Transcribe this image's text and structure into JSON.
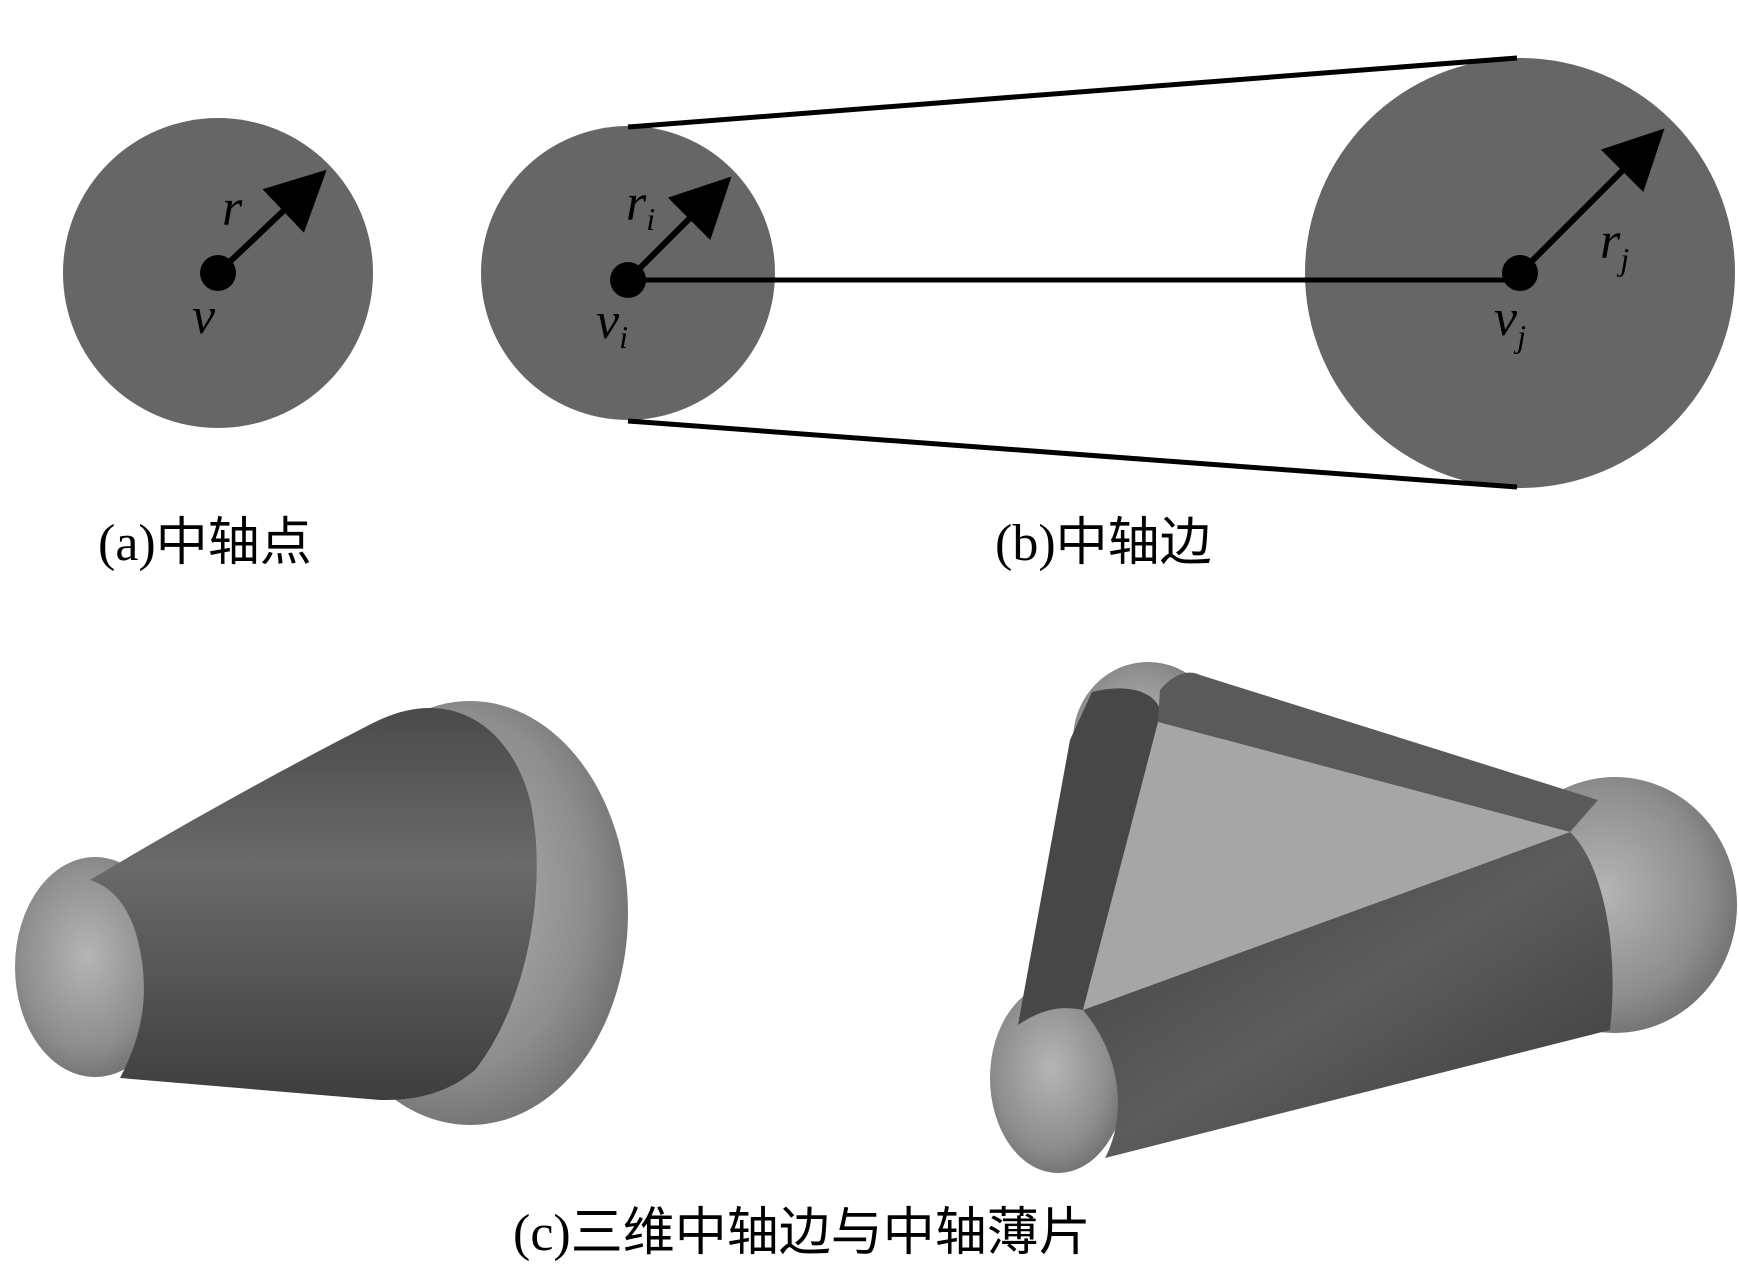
{
  "panels": {
    "a": {
      "caption": "(a)中轴点",
      "vertex_label": "v",
      "radius_label": "r"
    },
    "b": {
      "caption": "(b)中轴边",
      "vertex_i_label": "v",
      "vertex_i_sub": "i",
      "radius_i_label": "r",
      "radius_i_sub": "i",
      "vertex_j_label": "v",
      "vertex_j_sub": "j",
      "radius_j_label": "r",
      "radius_j_sub": "j"
    },
    "c": {
      "caption": "(c)三维中轴边与中轴薄片"
    }
  },
  "colors": {
    "disk_fill": "#666666",
    "shape_dark": "#555555",
    "shape_light": "#9a9a9a",
    "slab_face": "#a6a6a6",
    "line": "#000000"
  }
}
